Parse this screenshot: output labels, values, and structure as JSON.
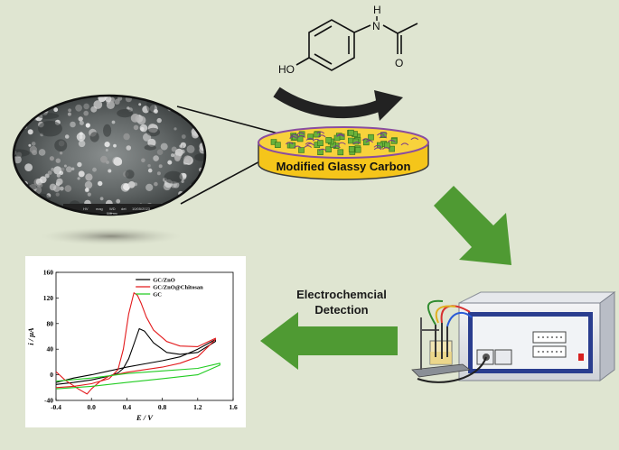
{
  "molecule": {
    "atoms": [
      "HO",
      "H",
      "N",
      "O"
    ]
  },
  "electrode": {
    "label": "Modified Glassy Carbon"
  },
  "sem_image": {
    "scale_bar_text": [
      "HV",
      "mag",
      "WD",
      "det",
      "10/05/2023",
      "500 nm"
    ]
  },
  "detection": {
    "label_line1": "Electrochemcial",
    "label_line2": "Detection"
  },
  "colors": {
    "background": "#dfe5d1",
    "arrow_green": "#4f9a33",
    "electrode_yellow": "#f5c51a",
    "dark_arrow": "#222222"
  },
  "chart_data": {
    "type": "line",
    "xlabel": "E / V",
    "ylabel": "i / μA",
    "xlim": [
      -0.4,
      1.6
    ],
    "ylim": [
      -40,
      160
    ],
    "xticks": [
      "-0.4",
      "0.0",
      "0.4",
      "0.8",
      "1.2",
      "1.6"
    ],
    "yticks": [
      "-40",
      "0",
      "40",
      "80",
      "120",
      "160"
    ],
    "legend_position": "top-right",
    "series": [
      {
        "name": "GC/ZnO",
        "color": "#000000",
        "x": [
          -0.4,
          -0.2,
          0,
          0.2,
          0.3,
          0.36,
          0.42,
          0.48,
          0.54,
          0.6,
          0.7,
          0.85,
          1.0,
          1.2,
          1.4,
          1.4,
          1.2,
          1.0,
          0.8,
          0.6,
          0.4,
          0.2,
          0.0,
          -0.2,
          -0.4
        ],
        "y": [
          -15,
          -12,
          -8,
          -2,
          3,
          10,
          25,
          48,
          72,
          68,
          50,
          35,
          32,
          35,
          52,
          55,
          40,
          28,
          22,
          17,
          12,
          6,
          0,
          -5,
          -12
        ]
      },
      {
        "name": "GC/ZnO@Chitosan",
        "color": "#e31a1c",
        "x": [
          -0.4,
          -0.2,
          0.0,
          0.2,
          0.3,
          0.36,
          0.42,
          0.48,
          0.52,
          0.56,
          0.62,
          0.7,
          0.85,
          1.0,
          1.2,
          1.4,
          1.4,
          1.2,
          1.0,
          0.8,
          0.6,
          0.4,
          0.2,
          0.1,
          0.0,
          -0.05,
          -0.15,
          -0.3,
          -0.4
        ],
        "y": [
          -20,
          -18,
          -14,
          -6,
          8,
          40,
          95,
          128,
          124,
          112,
          90,
          70,
          52,
          45,
          44,
          57,
          55,
          28,
          18,
          12,
          8,
          4,
          -2,
          -10,
          -22,
          -30,
          -22,
          -8,
          5
        ]
      },
      {
        "name": "GC",
        "color": "#22cc22",
        "x": [
          -0.4,
          0.0,
          0.4,
          0.8,
          1.2,
          1.45,
          1.45,
          1.2,
          0.8,
          0.4,
          0.0,
          -0.4
        ],
        "y": [
          -10,
          -5,
          2,
          6,
          10,
          18,
          15,
          0,
          -6,
          -12,
          -18,
          -22
        ]
      }
    ]
  }
}
